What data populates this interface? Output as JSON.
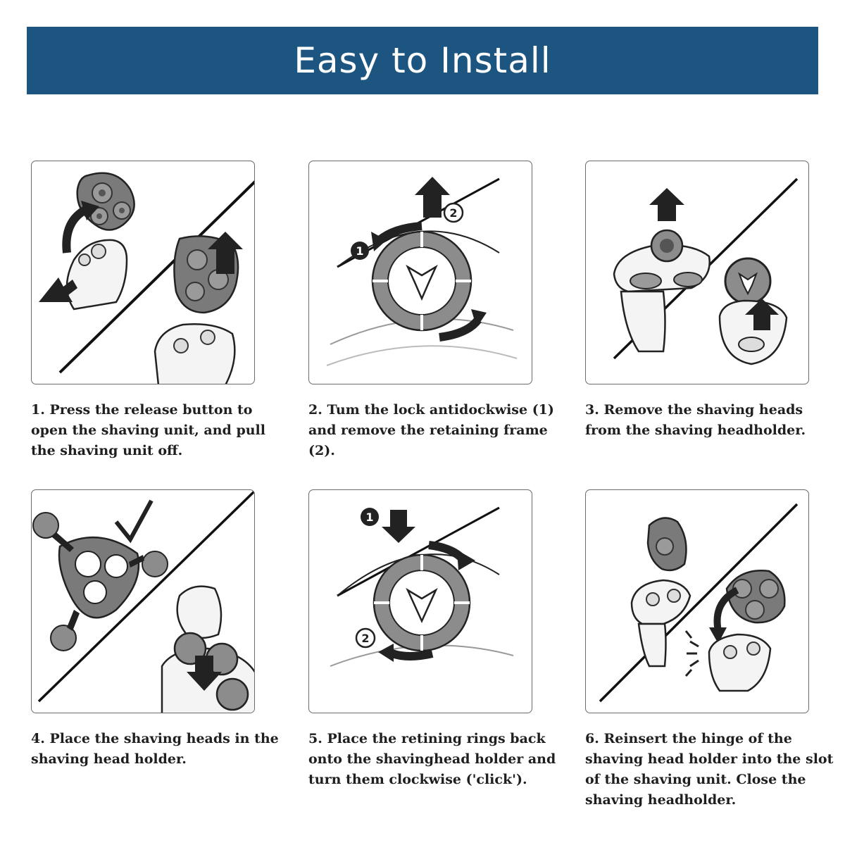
{
  "banner": {
    "title": "Easy to Install",
    "color": "#1d5581"
  },
  "steps": [
    {
      "number": "1",
      "caption": "1. Press the release button to open the shaving unit, and pull the shaving unit off.",
      "icon": "shaver-open-head-illustration"
    },
    {
      "number": "2",
      "caption": "2. Tum the lock antidockwise (1) and remove the retaining frame (2).",
      "icon": "retaining-frame-unlock-illustration",
      "badges": [
        "1",
        "2"
      ]
    },
    {
      "number": "3",
      "caption": "3. Remove the shaving heads from the shaving headholder.",
      "icon": "remove-heads-illustration"
    },
    {
      "number": "4",
      "caption": "4. Place the shaving heads in the shaving head holder.",
      "icon": "place-heads-illustration"
    },
    {
      "number": "5",
      "caption": "5. Place the retining rings back onto the shavinghead holder and turn them clockwise ('click').",
      "icon": "retaining-frame-lock-illustration",
      "badges": [
        "1",
        "2"
      ]
    },
    {
      "number": "6",
      "caption": "6. Reinsert the hinge of the shaving head holder into the slot of the shaving unit. Close the shaving headholder.",
      "icon": "reinsert-head-illustration"
    }
  ]
}
